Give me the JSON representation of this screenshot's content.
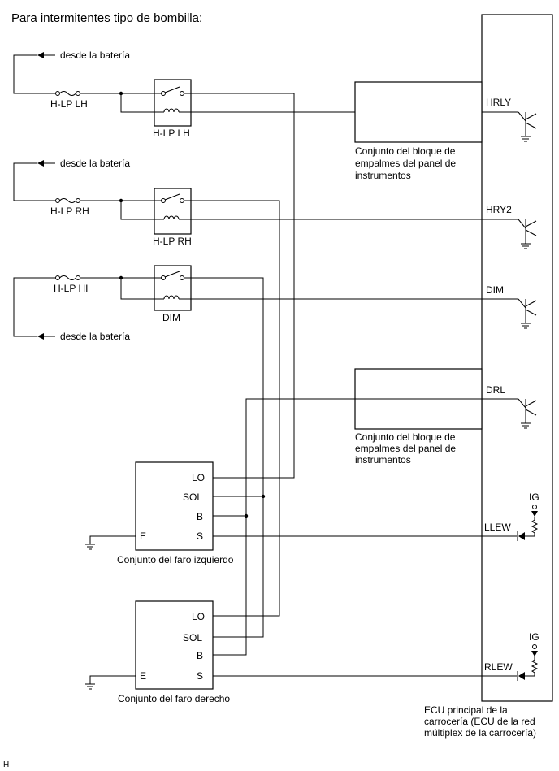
{
  "title": "Para intermitentes tipo de bombilla:",
  "from_battery": "desde la batería",
  "fuses": {
    "hlp_lh": "H-LP LH",
    "hlp_rh": "H-LP RH",
    "hlp_hi": "H-LP HI"
  },
  "relays": {
    "hlp_lh": "H-LP LH",
    "hlp_rh": "H-LP RH",
    "dim": "DIM"
  },
  "junction_block": "Conjunto del bloque de empalmes del panel de instrumentos",
  "junction_block_lines": [
    "Conjunto del bloque de",
    "empalmes del panel de",
    "instrumentos"
  ],
  "ecu": {
    "signals": {
      "hrly": "HRLY",
      "hry2": "HRY2",
      "dim": "DIM",
      "drl": "DRL",
      "llew": "LLEW",
      "rlew": "RLEW"
    },
    "ig": "IG",
    "label_lines": [
      "ECU principal de la",
      "carrocería (ECU de la red",
      "múltiplex de la carrocería)"
    ]
  },
  "headlights": {
    "left": {
      "name": "Conjunto del faro izquierdo",
      "pins": {
        "lo": "LO",
        "sol": "SOL",
        "b": "B",
        "s": "S",
        "e": "E"
      }
    },
    "right": {
      "name": "Conjunto del faro derecho",
      "pins": {
        "lo": "LO",
        "sol": "SOL",
        "b": "B",
        "s": "S",
        "e": "E"
      }
    }
  },
  "corner_mark": "H"
}
